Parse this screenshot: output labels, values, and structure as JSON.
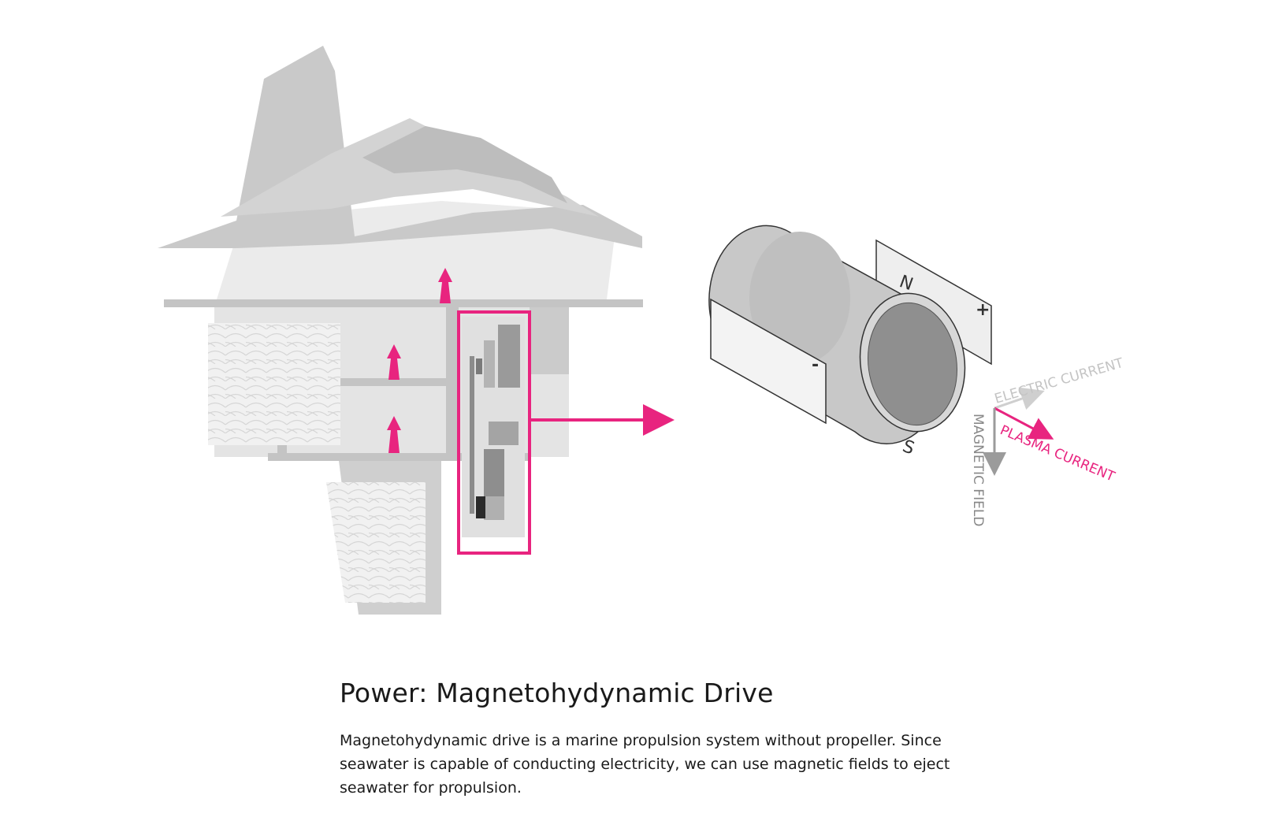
{
  "colors": {
    "accent": "#e8247f",
    "gray_light": "#e6e6e6",
    "gray_mid": "#cfcfcf",
    "gray_dark": "#9b9b9b"
  },
  "diagram": {
    "cylinder": {
      "pole_north": "N",
      "pole_south": "S",
      "plate_positive": "+",
      "plate_negative": "-"
    },
    "axes": {
      "electric_current": "ELECTRIC CURRENT",
      "plasma_current": "PLASMA CURRENT",
      "magnetic_field": "MAGNETIC FIELD"
    }
  },
  "caption": {
    "title": "Power: Magnetohydynamic Drive",
    "body": "Magnetohydynamic drive is a marine propulsion system without propeller. Since seawater is capable of conducting electricity, we can use magnetic fields to eject seawater for propulsion."
  }
}
